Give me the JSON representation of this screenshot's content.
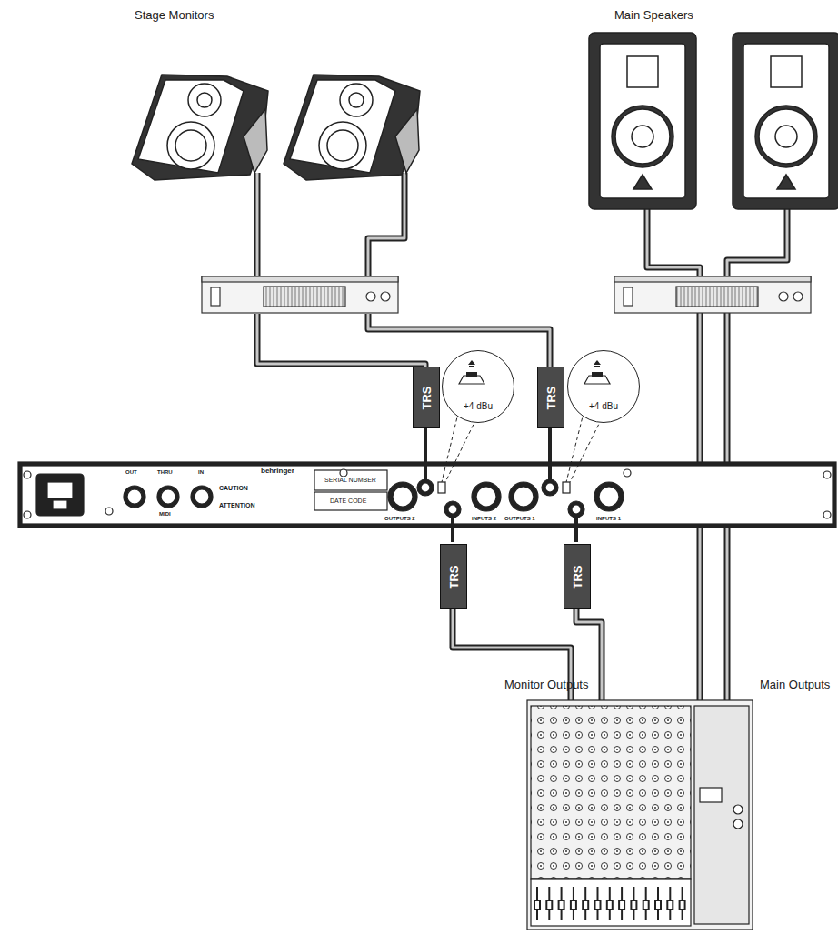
{
  "diagram": {
    "nodes": [
      {
        "text": [
          "TRS"
        ]
      },
      {
        "text": [
          "TRS"
        ]
      },
      {
        "text": [
          "TRS"
        ]
      },
      {
        "text": [
          "TRS"
        ]
      },
      {
        "text": [
          "+4 dBu"
        ]
      },
      {
        "text": [
          "+4 dBu"
        ]
      }
    ],
    "labels": [
      "Stage Monitors",
      "Main Speakers",
      "Monitor Outputs",
      "Main Outputs",
      "OUT",
      "THRU",
      "IN",
      "MIDI",
      "CAUTION",
      "ATTENTION",
      "behringer",
      "SERIAL NUMBER",
      "DATE CODE",
      "OUTPUTS 2",
      "INPUTS 2",
      "OUTPUTS 1",
      "INPUTS 1"
    ]
  }
}
